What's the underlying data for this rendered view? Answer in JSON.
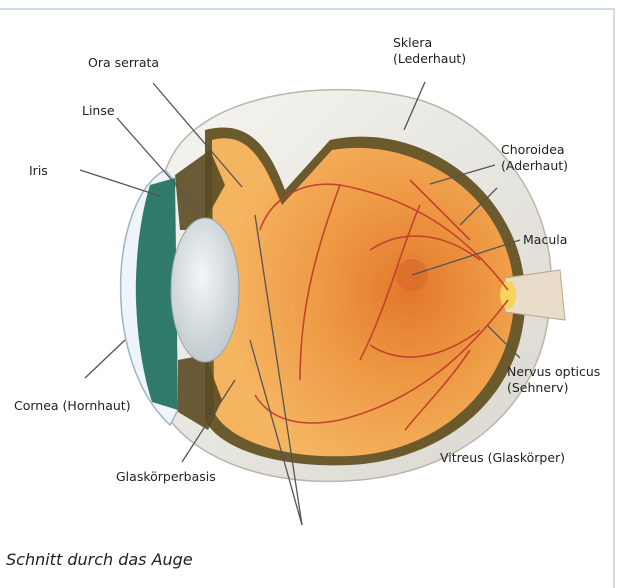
{
  "labels": {
    "ora_serrata": "Ora serrata",
    "sklera_line1": "Sklera",
    "sklera_line2": "(Lederhaut)",
    "linse": "Linse",
    "iris": "Iris",
    "choroidea_line1": "Choroidea",
    "choroidea_line2": "(Aderhaut)",
    "macula": "Macula",
    "nervus_line1": "Nervus opticus",
    "nervus_line2": "(Sehnerv)",
    "cornea": "Cornea (Hornhaut)",
    "vitreus": "Vitreus (Glaskörper)",
    "glaskoerperbasis": "Glaskörperbasis"
  },
  "caption": "Schnitt durch das Auge",
  "colors": {
    "sclera": "#ecebe6",
    "choroid": "#6b5a2c",
    "retina": "#e79a43",
    "iris": "#2f7a68",
    "lens": "#d5dce0",
    "vessel": "#c0392b",
    "frame": "#cfdcea"
  }
}
